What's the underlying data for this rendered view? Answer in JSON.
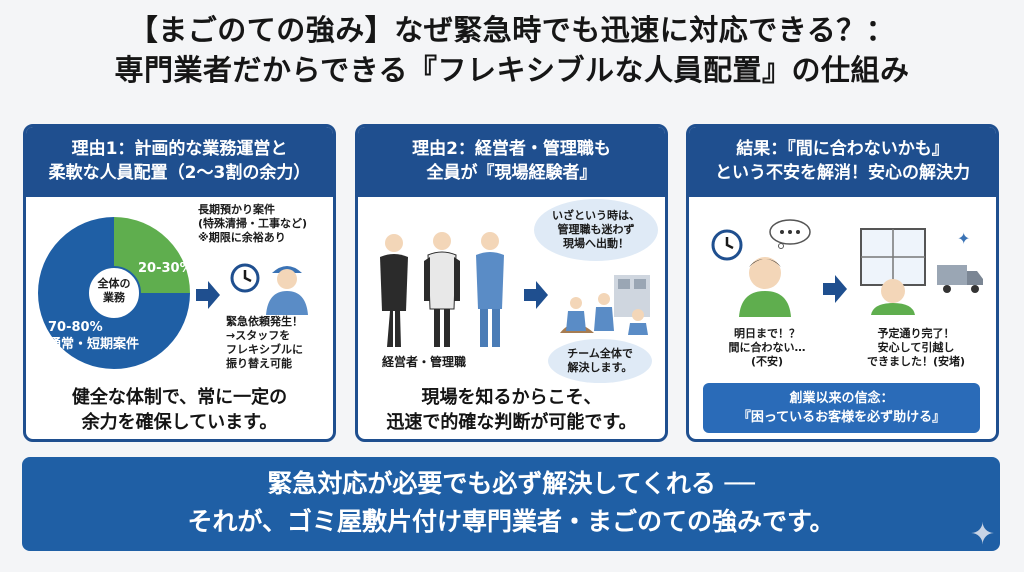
{
  "header": {
    "line1": "【まごのての強み】なぜ緊急時でも迅速に対応できる？：",
    "line2": "専門業者だからできる『フレキシブルな人員配置』の仕組み"
  },
  "panel1": {
    "title_line1": "理由1：計画的な業務運営と",
    "title_line2": "柔軟な人員配置（2〜3割の余力）",
    "pie_center_line1": "全体の",
    "pie_center_line2": "業務",
    "green_pct": "20-30%",
    "blue_pct": "70-80%",
    "blue_label": "通常・短期案件",
    "note_line1": "長期預かり案件",
    "note_line2": "(特殊清掃・工事など)",
    "note_line3": "※期限に余裕あり",
    "emergency_line1": "緊急依頼発生！",
    "emergency_line2": "→スタッフを",
    "emergency_line3": "フレキシブルに",
    "emergency_line4": "振り替え可能",
    "caption_line1": "健全な体制で、常に一定の",
    "caption_line2": "余力を確保しています。"
  },
  "panel2": {
    "title_line1": "理由2：経営者・管理職も",
    "title_line2": "全員が『現場経験者』",
    "bubble1_line1": "いざという時は、",
    "bubble1_line2": "管理職も迷わず",
    "bubble1_line3": "現場へ出動！",
    "staff_label": "経営者・管理職",
    "bubble2_line1": "チーム全体で",
    "bubble2_line2": "解決します。",
    "caption_line1": "現場を知るからこそ、",
    "caption_line2": "迅速で的確な判断が可能です。"
  },
  "panel3": {
    "title_line1": "結果：『間に合わないかも』",
    "title_line2": "という不安を解消！安心の解決力",
    "worry_line1": "明日まで！？",
    "worry_line2": "間に合わない…",
    "worry_line3": "(不安)",
    "relief_line1": "予定通り完了！",
    "relief_line2": "安心して引越し",
    "relief_line3": "できました！(安堵)",
    "belief_line1": "創業以来の信念：",
    "belief_line2": "『困っているお客様を必ず助ける』"
  },
  "footer": {
    "line1": "緊急対応が必要でも必ず解決してくれる ──",
    "line2": "それが、ゴミ屋敷片付け専門業者・まごのての強みです。"
  },
  "chart_data": {
    "type": "pie",
    "center_label": "全体の業務",
    "slices": [
      {
        "label": "通常・短期案件",
        "value_text": "70-80%",
        "value": 75,
        "color": "#1f5fa5"
      },
      {
        "label": "長期預かり案件",
        "value_text": "20-30%",
        "value": 25,
        "color": "#5fae4e"
      }
    ]
  },
  "colors": {
    "navy": "#1f4f8f",
    "blue": "#1f5fa5",
    "green": "#5fae4e",
    "light_blue": "#dfeaf6"
  },
  "icons": [
    "clock-icon",
    "worker-icon",
    "arrow-right-icon",
    "suit-man-icon",
    "thought-bubble-icon",
    "truck-icon",
    "window-icon",
    "sparkle-icon"
  ]
}
